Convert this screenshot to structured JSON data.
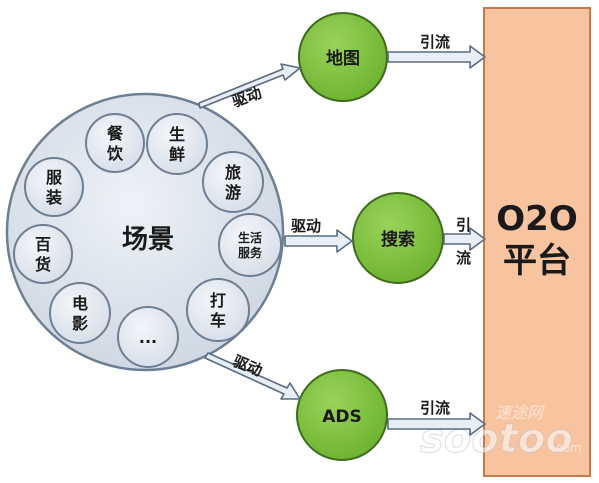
{
  "scene": {
    "center_label": "场景",
    "items": [
      {
        "id": "dining",
        "lines": [
          "餐",
          "饮"
        ]
      },
      {
        "id": "fresh",
        "lines": [
          "生",
          "鲜"
        ]
      },
      {
        "id": "travel",
        "lines": [
          "旅",
          "游"
        ]
      },
      {
        "id": "life-service",
        "lines": [
          "生活",
          "服务"
        ]
      },
      {
        "id": "taxi",
        "lines": [
          "打",
          "车"
        ]
      },
      {
        "id": "more",
        "lines": [
          "..."
        ]
      },
      {
        "id": "movie",
        "lines": [
          "电",
          "影"
        ]
      },
      {
        "id": "department-store",
        "lines": [
          "百",
          "货"
        ]
      },
      {
        "id": "clothing",
        "lines": [
          "服",
          "装"
        ]
      }
    ]
  },
  "channels": [
    {
      "id": "map",
      "label": "地图"
    },
    {
      "id": "search",
      "label": "搜索"
    },
    {
      "id": "ads",
      "label": "ADS"
    }
  ],
  "arrows": {
    "drive_label": "驱动",
    "guide_label": "引流",
    "guide_label_split": [
      "引",
      "流"
    ]
  },
  "platform": {
    "lines": [
      "O2O",
      "平台"
    ]
  },
  "watermark": {
    "cn": "速途网",
    "en": "sootoo",
    "domain": ".com"
  },
  "colors": {
    "scene_fill": "#d8e0ea",
    "scene_stroke": "#6e7f92",
    "channel_fill": "#7fc241",
    "channel_stroke": "#3f6b1d",
    "platform_fill": "#f8c49f",
    "platform_stroke": "#c47a4a",
    "arrow_fill": "#e8eef6",
    "arrow_stroke": "#5a6b80"
  }
}
